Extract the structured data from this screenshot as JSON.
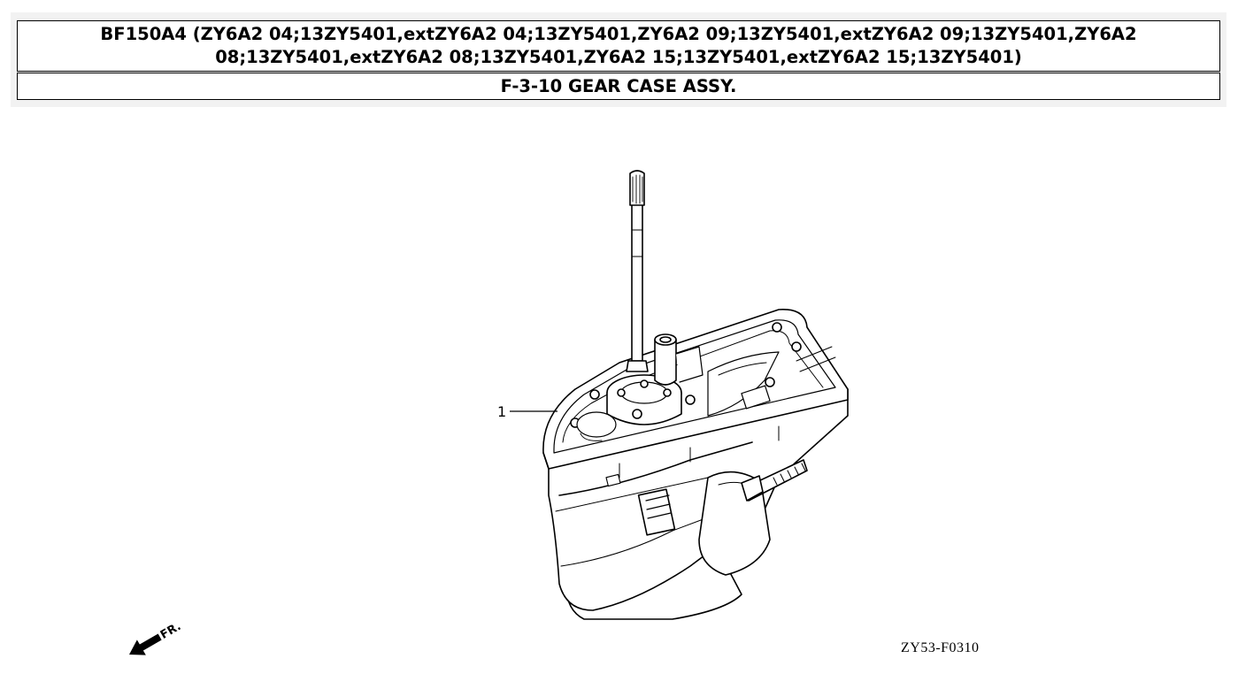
{
  "header": {
    "title_line1": "BF150A4 (ZY6A2 04;13ZY5401,extZY6A2 04;13ZY5401,ZY6A2 09;13ZY5401,extZY6A2 09;13ZY5401,ZY6A2",
    "title_line2": "08;13ZY5401,extZY6A2 08;13ZY5401,ZY6A2 15;13ZY5401,extZY6A2 15;13ZY5401)",
    "section": "F-3-10 GEAR CASE ASSY."
  },
  "diagram": {
    "callouts": [
      {
        "number": "1"
      }
    ],
    "front_indicator": "FR.",
    "drawing_code": "ZY53-F0310"
  }
}
